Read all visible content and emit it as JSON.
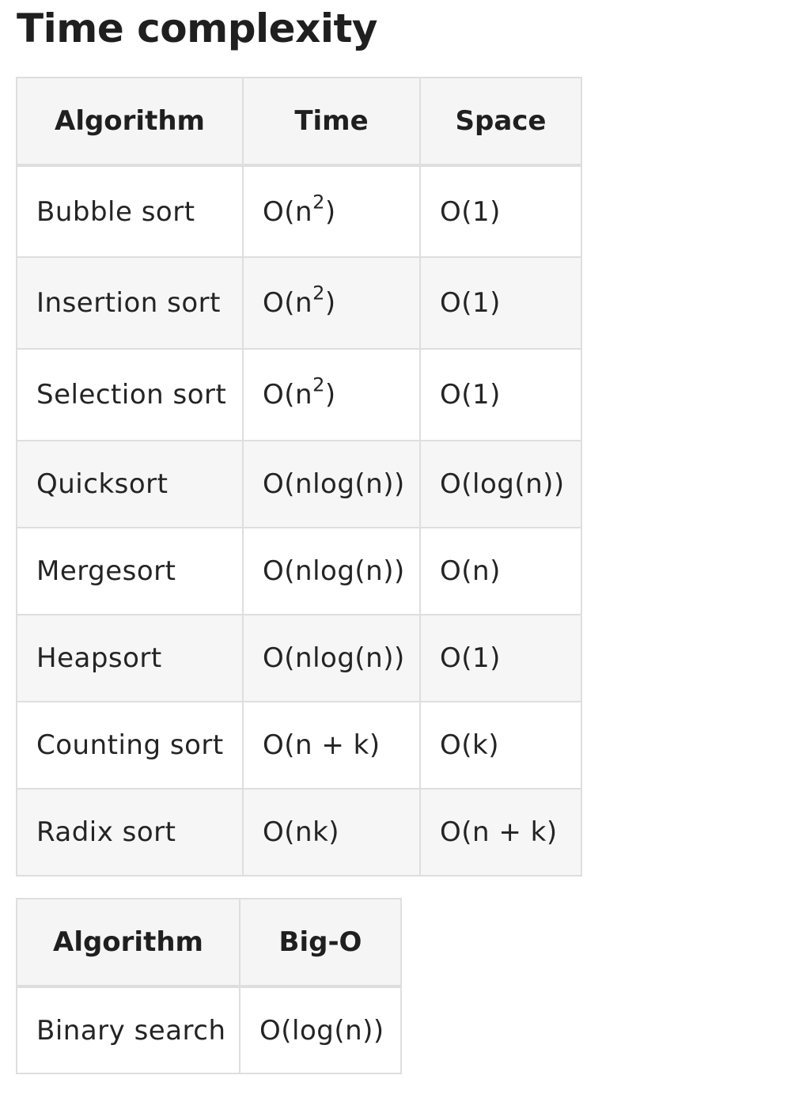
{
  "title": "Time complexity",
  "sorting_table": {
    "headers": [
      "Algorithm",
      "Time",
      "Space"
    ],
    "rows": [
      {
        "algorithm": "Bubble sort",
        "time": {
          "base": "O(n",
          "sup": "2",
          "tail": ")"
        },
        "space": "O(1)"
      },
      {
        "algorithm": "Insertion sort",
        "time": {
          "base": "O(n",
          "sup": "2",
          "tail": ")"
        },
        "space": "O(1)"
      },
      {
        "algorithm": "Selection sort",
        "time": {
          "base": "O(n",
          "sup": "2",
          "tail": ")"
        },
        "space": "O(1)"
      },
      {
        "algorithm": "Quicksort",
        "time": {
          "base": "O(nlog(n))"
        },
        "space": "O(log(n))"
      },
      {
        "algorithm": "Mergesort",
        "time": {
          "base": "O(nlog(n))"
        },
        "space": "O(n)"
      },
      {
        "algorithm": "Heapsort",
        "time": {
          "base": "O(nlog(n))"
        },
        "space": "O(1)"
      },
      {
        "algorithm": "Counting sort",
        "time": {
          "base": "O(n + k)"
        },
        "space": "O(k)"
      },
      {
        "algorithm": "Radix sort",
        "time": {
          "base": "O(nk)"
        },
        "space": "O(n + k)"
      }
    ]
  },
  "search_table": {
    "headers": [
      "Algorithm",
      "Big-O"
    ],
    "rows": [
      {
        "algorithm": "Binary search",
        "big_o": "O(log(n))"
      }
    ]
  }
}
